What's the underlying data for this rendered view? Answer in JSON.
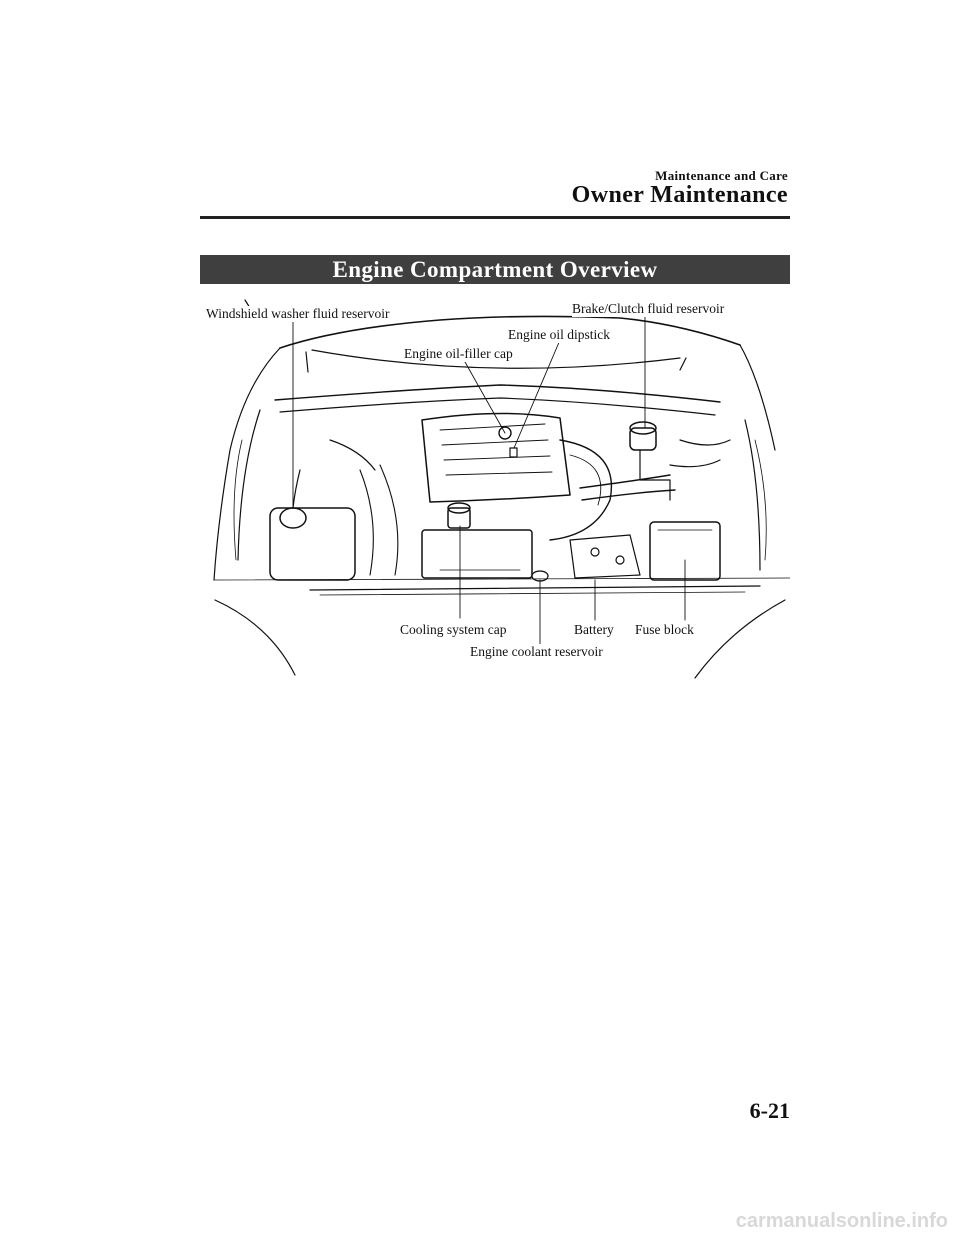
{
  "header": {
    "chapter": "Maintenance and Care",
    "section": "Owner Maintenance"
  },
  "banner": {
    "title": "Engine Compartment Overview"
  },
  "callouts": {
    "washer": "Windshield washer fluid reservoir",
    "brake": "Brake/Clutch fluid reservoir",
    "dipstick": "Engine oil dipstick",
    "filler": "Engine oil-filler cap",
    "cooling": "Cooling system cap",
    "battery": "Battery",
    "fuse": "Fuse block",
    "coolant": "Engine coolant reservoir"
  },
  "footer": {
    "page_number": "6-21",
    "watermark": "carmanualsonline.info"
  }
}
